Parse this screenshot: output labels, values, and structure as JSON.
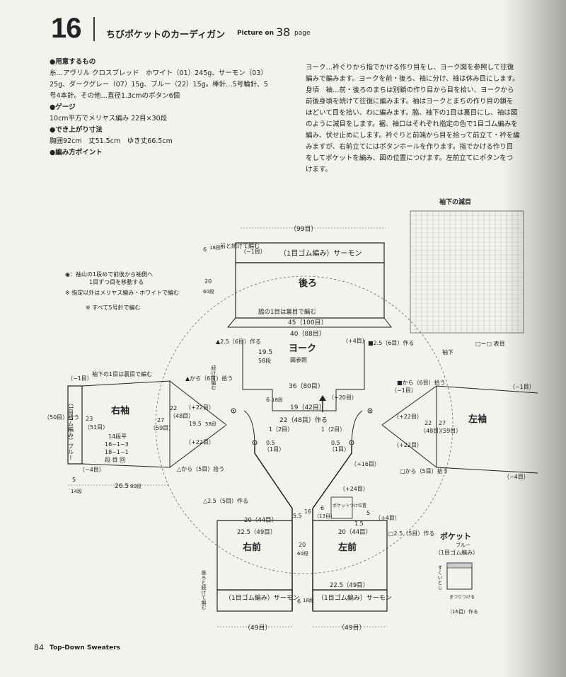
{
  "header": {
    "number": "16",
    "title": "ちびポケットのカーディガン",
    "picture_on": "Picture on",
    "picture_page": "38",
    "page_word": "page"
  },
  "materials": {
    "heading": "●用意するもの",
    "line1": "糸…アヴリル クロスブレッド　ホワイト（01）245g、サーモン（03）",
    "line2": "25g、ダークグレー（07）15g、ブルー（22）15g。棒針…5号輪針、5",
    "line3": "号4本針。その他…直径1.3cmのボタン6個"
  },
  "gauge": {
    "heading": "●ゲージ",
    "text": "10cm平方でメリヤス編み 22目×30段"
  },
  "finished": {
    "heading": "●でき上がり寸法",
    "text": "胸囲92cm　丈51.5cm　ゆき丈66.5cm"
  },
  "points": {
    "heading": "●編み方ポイント"
  },
  "instructions": {
    "l1": "ヨーク…衿ぐりから指でかける作り目をし、ヨーク図を参照して往復",
    "l2": "編みで編みます。ヨークを前・後ろ、袖に分け、袖は休み目にします。",
    "l3": "身頃　袖…前・後ろのまちは別鎖の作り目から目を拾い、ヨークから",
    "l4": "前後身頃を続けて往復に編みます。袖はヨークとまちの作り目の鎖を",
    "l5": "ほどいて目を拾い、わに編みます。脇、袖下の1目は裏目にし、袖は図",
    "l6": "のように減目をします。裾、袖口はそれぞれ指定の色で1目ゴム編みを",
    "l7": "編み、伏せ止めにします。衿ぐりと前端から目を拾って前立て・衿を編",
    "l8": "みますが、右前立てにはボタンホールを作ります。指でかける作り目",
    "l9": "をしてポケットを編み、図の位置につけます。左前立てにボタンをつ",
    "l10": "けます。"
  },
  "diagram": {
    "back": {
      "label": "後ろ",
      "rib": "（1目ゴム編み）サーモン",
      "width": "（99目）",
      "side_note": "脇の1目は裏目で編む",
      "w1": "45（100目）",
      "w2": "40（88目）",
      "cast": "（−1目）",
      "cont": "前と続けて編む",
      "h1": "6",
      "h1b": "18段",
      "h2": "20",
      "h2b": "60段"
    },
    "yoke": {
      "label": "ヨーク",
      "ref": "図参照",
      "h": "19.5",
      "hb": "58段",
      "w36": "36（80目）",
      "w19": "19（42目）",
      "w22": "22（48目）作る",
      "plus20": "（+20目）",
      "h6": "6",
      "h6b": "18段"
    },
    "right_sleeve": {
      "label": "右袖",
      "cuff": "（1目ゴム編み）ブルー",
      "note": "袖下の1目は裏目で編む",
      "d50": "（50目）拾う",
      "d23": "23",
      "d23b": "（51目）",
      "d27": "27",
      "d27b": "（59目）",
      "d22": "22",
      "d22b": "（48目）",
      "dec1": "14段平",
      "dec2": "16−1−3",
      "dec3": "18−1−1",
      "dec4": "段 目 回",
      "minus1": "（−1目）",
      "minus4": "（−4目）",
      "len": "26.5",
      "len_b": "80段",
      "cuffh": "5",
      "cuffh_b": "14段",
      "from6": "▲から（6目）拾う",
      "from5": "△から（5目）拾う",
      "plus22a": "（+22目）",
      "plus22b": "（+22目）",
      "d195": "19.5",
      "d195b": "58段",
      "cont": "続けて編む"
    },
    "left_sleeve": {
      "label": "左袖",
      "d22": "22",
      "d22b": "（48目）",
      "d27": "27",
      "d27b": "（59目）",
      "from6": "■から（6目）拾う",
      "from5": "□から（5目）拾う",
      "plus22a": "（+22目）",
      "plus22b": "（+22目）",
      "minus1": "（−1目）",
      "minus4": "（−4目）"
    },
    "right_front": {
      "label": "右前",
      "rib": "（1目ゴム編み）サーモン",
      "w20": "20（44目）",
      "w225": "22.5（49目）",
      "w49": "（49目）",
      "w225b": "22.5（49目）",
      "h20": "20",
      "h20b": "60段",
      "tri": "△2.5（5目）作る",
      "cont": "後ろと続けて編む",
      "one": "1（2目）",
      "half": "0.5",
      "half_b": "（1目）"
    },
    "left_front": {
      "label": "左前",
      "rib": "（1目ゴム編み）サーモン",
      "w20": "20（44目）",
      "w225": "22.5（49目）",
      "w49": "（49目）",
      "plus24": "（+24目）",
      "plus16": "（+16目）",
      "plus4": "（+4目）",
      "pocket": "ポケットつけ位置",
      "d6": "6",
      "d6b": "（13目）",
      "d55": "5.5",
      "d16": "16",
      "d15": "1.5",
      "d5": "5",
      "sq": "□2.5（5目）作る",
      "h20": "20",
      "h20b": "60段",
      "one": "1（2目）",
      "half": "0.5",
      "half_b": "（1目）",
      "h6": "6",
      "h6b": "18段"
    },
    "marks": {
      "tri_filled": "▲2.5（6目）作る",
      "sq_filled": "■2.5（6目）作る",
      "plus4": "（+4目）",
      "minus1": "（−1目）"
    },
    "notes": {
      "n1": "◉：袖山の1段めで前後から袖側へ",
      "n1b": "1目ずつ目を移動する",
      "n2": "※ 指定以外はメリヤス編み・ホワイトで編む",
      "n3": "※ すべて5号針で編む"
    },
    "chart": {
      "title": "袖下の減目",
      "foot": "袖下",
      "legend": "□＝□ 表目"
    },
    "pocket": {
      "title": "ポケット",
      "rib": "（1目ゴム編み）",
      "color": "ブルー",
      "side": "すくいとじ",
      "bottom": "まつりつける",
      "cast": "（16目）作る"
    }
  },
  "footer": {
    "page": "84",
    "title": "Top-Down Sweaters"
  }
}
